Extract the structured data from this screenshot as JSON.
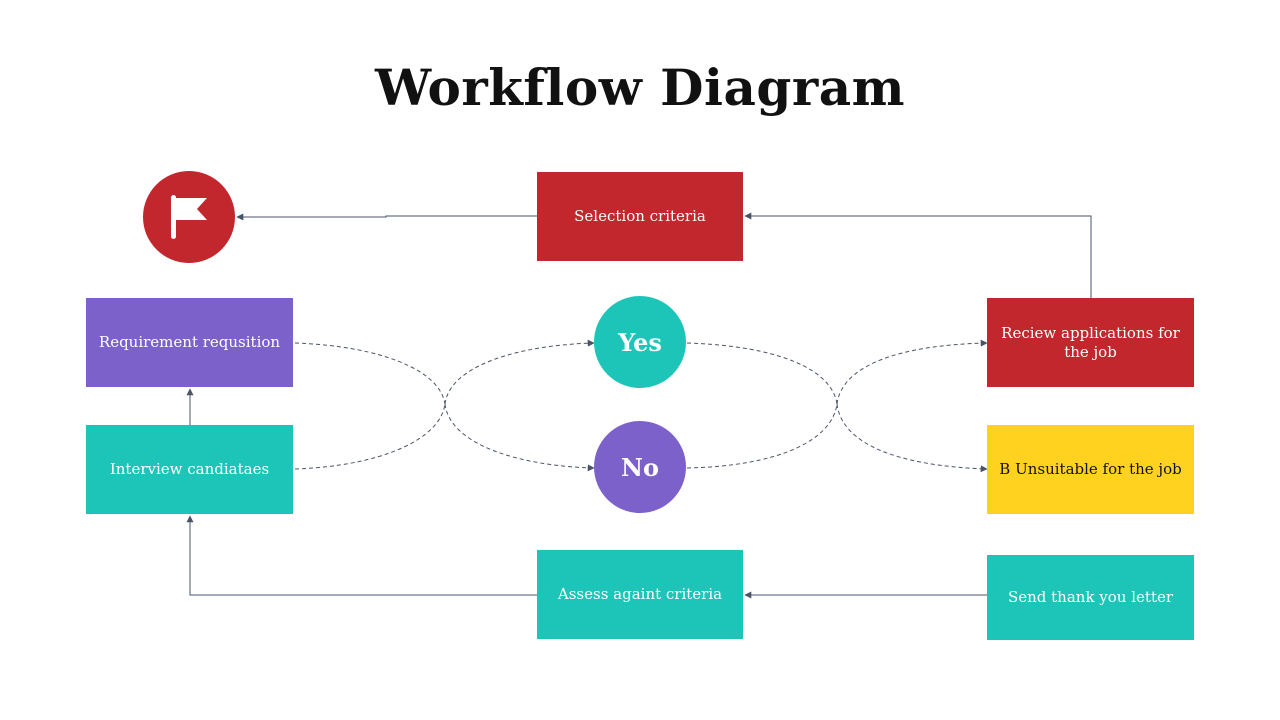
{
  "title": "Workflow Diagram",
  "colors": {
    "red": "#C1272D",
    "purple": "#7B61C9",
    "teal": "#1DC5B8",
    "yellow": "#FFD21F",
    "connector": "#4A5468"
  },
  "icon": {
    "name": "flag-icon"
  },
  "nodes": {
    "selection_criteria": "Selection criteria",
    "requirement_requisition": "Requirement requsition",
    "interview_candidates": "Interview candiataes",
    "assess_criteria": "Assess againt criteria",
    "review_applications": "Reciew applications for the job",
    "unsuitable": "B Unsuitable for the job",
    "send_thank_you": "Send thank you letter",
    "yes": "Yes",
    "no": "No"
  }
}
